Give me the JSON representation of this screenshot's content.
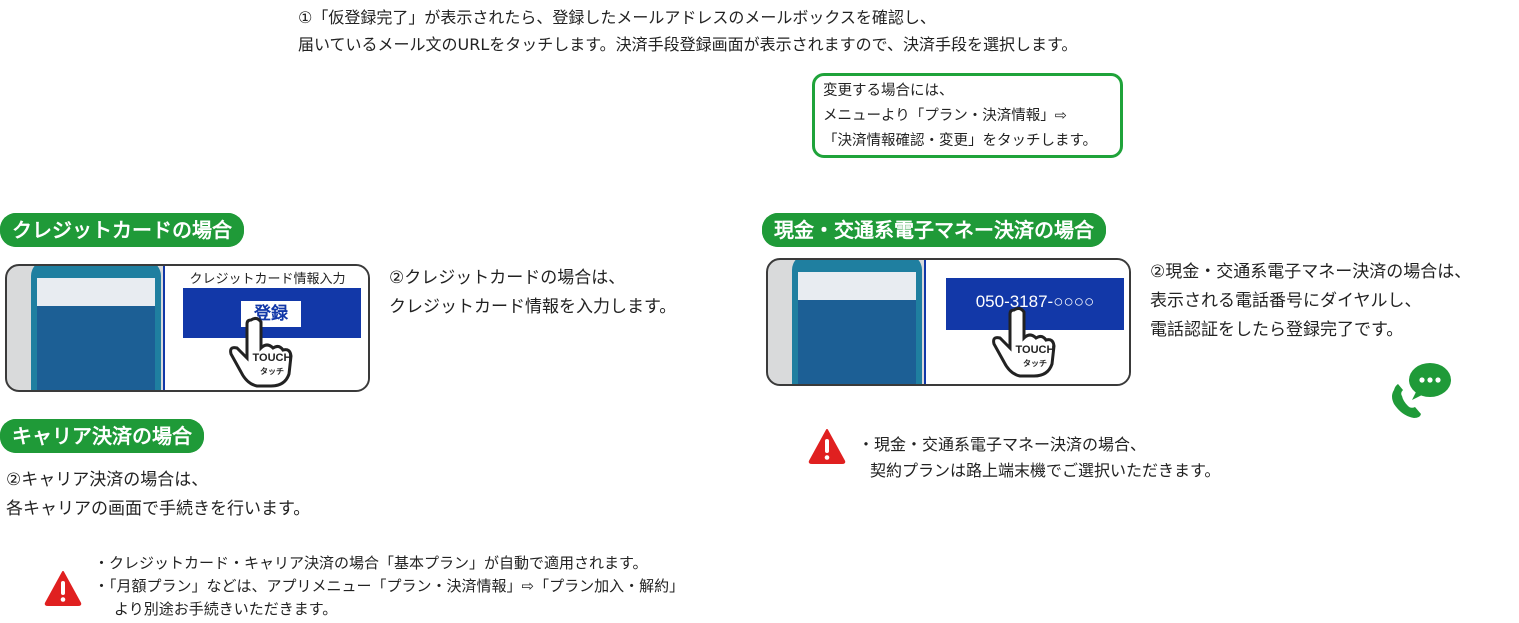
{
  "intro": {
    "line1": "①「仮登録完了」が表示されたら、登録したメールアドレスのメールボックスを確認し、",
    "line2": "届いているメール文のURLをタッチします。決済手段登録画面が表示されますので、決済手段を選択します。"
  },
  "change_note": {
    "line1": "変更する場合には、",
    "line2": "メニューより「プラン・決済情報」⇨",
    "line3": "「決済情報確認・変更」をタッチします。"
  },
  "credit": {
    "heading": "クレジットカードの場合",
    "panel_title": "クレジットカード情報入力",
    "register_button": "登録",
    "touch_label": "TOUCH",
    "touch_kana": "タッチ",
    "desc_line1": "②クレジットカードの場合は、",
    "desc_line2": "クレジットカード情報を入力します。"
  },
  "carrier": {
    "heading": "キャリア決済の場合",
    "desc_line1": "②キャリア決済の場合は、",
    "desc_line2": "各キャリアの画面で手続きを行います。"
  },
  "cash": {
    "heading": "現金・交通系電子マネー決済の場合",
    "phone_number": "050-3187-○○○○",
    "touch_label": "TOUCH",
    "touch_kana": "タッチ",
    "desc_line1": "②現金・交通系電子マネー決済の場合は、",
    "desc_line2": "表示される電話番号にダイヤルし、",
    "desc_line3": "電話認証をしたら登録完了です。",
    "warn_line1": "・現金・交通系電子マネー決済の場合、",
    "warn_line2": "契約プランは路上端末機でご選択いただきます。"
  },
  "bottom_warning": {
    "line1": "・クレジットカード・キャリア決済の場合「基本プラン」が自動で適用されます。",
    "line2": "・「月額プラン」などは、アプリメニュー「プラン・決済情報」⇨「プラン加入・解約」",
    "line3": "より別途お手続きいただきます。"
  },
  "colors": {
    "green": "#1f9a38",
    "blue": "#1238a8",
    "warning_red": "#e02020"
  }
}
